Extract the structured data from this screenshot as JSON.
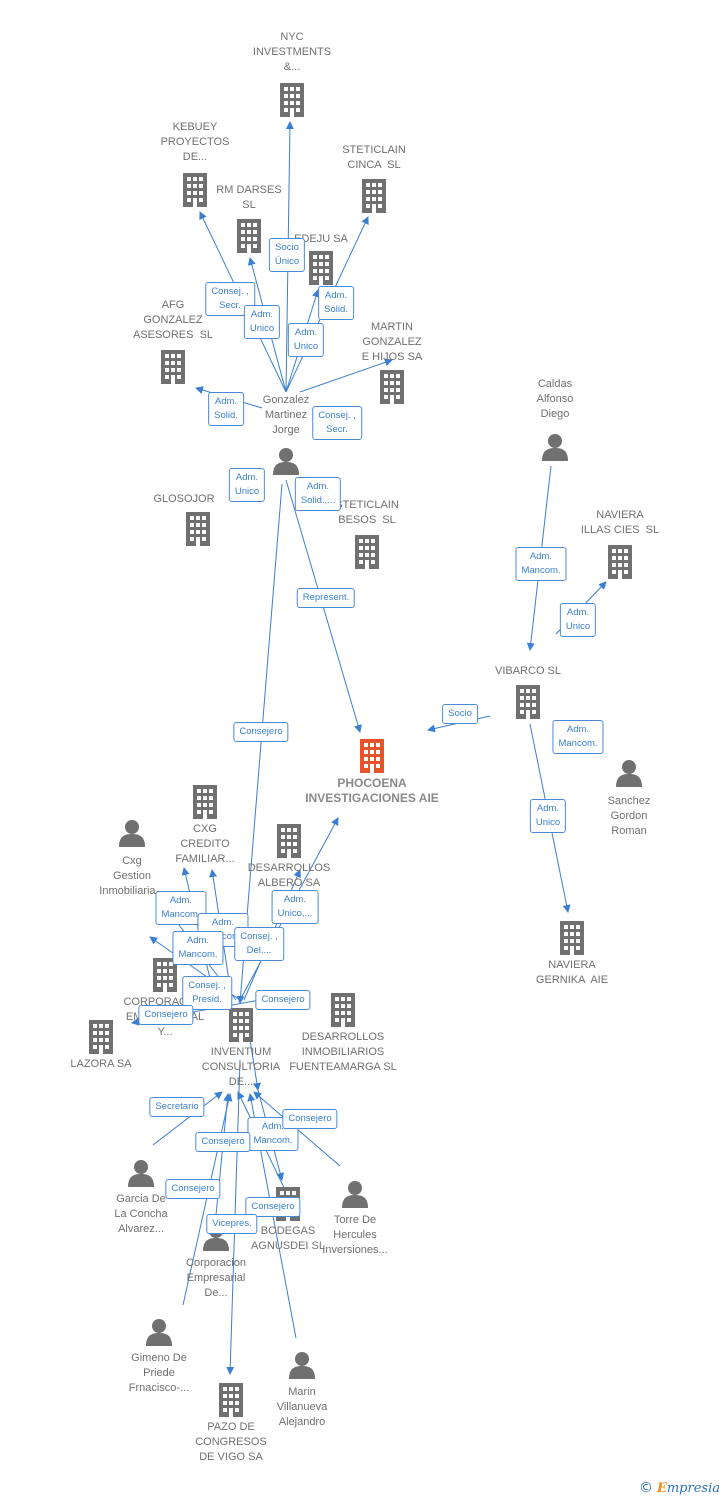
{
  "colors": {
    "edge": "#3a7fd0",
    "node": "#707070",
    "main_node": "#e8542a",
    "edge_label_border": "#4a8ad8"
  },
  "nodes": [
    {
      "id": "nyc",
      "type": "company",
      "label": "NYC\nINVESTMENTS\n&..."
    },
    {
      "id": "kebuey",
      "type": "company",
      "label": "KEBUEY\nPROYECTOS\nDE..."
    },
    {
      "id": "steticlain_cinca",
      "type": "company",
      "label": "STETICLAIN\nCINCA  SL"
    },
    {
      "id": "rm_darses",
      "type": "company",
      "label": "RM DARSES\nSL"
    },
    {
      "id": "edeju",
      "type": "company",
      "label": "EDEJU SA"
    },
    {
      "id": "afg",
      "type": "company",
      "label": "AFG\nGONZALEZ\nASESORES  SL"
    },
    {
      "id": "martin_gonzalez",
      "type": "company",
      "label": "MARTIN\nGONZALEZ\nE HIJOS SA"
    },
    {
      "id": "gonzalez_jorge",
      "type": "person",
      "label": "Gonzalez\nMartinez\nJorge"
    },
    {
      "id": "caldas",
      "type": "person",
      "label": "Caldas\nAlfonso\nDiego"
    },
    {
      "id": "glosojor",
      "type": "company",
      "label": "GLOSOJOR"
    },
    {
      "id": "steticlain_besos",
      "type": "company",
      "label": "STETICLAIN\nBESOS  SL"
    },
    {
      "id": "naviera_illas",
      "type": "company",
      "label": "NAVIERA\nILLAS CIES  SL"
    },
    {
      "id": "vibarco",
      "type": "company",
      "label": "VIBARCO SL"
    },
    {
      "id": "phocoena",
      "type": "main",
      "label": "PHOCOENA\nINVESTIGACIONES AIE"
    },
    {
      "id": "sanchez",
      "type": "person",
      "label": "Sanchez\nGordon\nRoman"
    },
    {
      "id": "naviera_gernika",
      "type": "company",
      "label": "NAVIERA\nGERNIKA  AIE"
    },
    {
      "id": "cxg_credito",
      "type": "company",
      "label": "CXG\nCREDITO\nFAMILIAR..."
    },
    {
      "id": "cxg_gestion",
      "type": "person",
      "label": "Cxg\nGestion\nInmobiliaria..."
    },
    {
      "id": "desarrollos_albero",
      "type": "company",
      "label": "DESARROLLOS\nALBERO SA"
    },
    {
      "id": "corporacion_e",
      "type": "company",
      "label": "CORPORACION\nEMPRESARIAL\nY..."
    },
    {
      "id": "desarrollos_fuenteamarga",
      "type": "company",
      "label": "DESARROLLOS\nINMOBILIARIOS\nFUENTEAMARGA SL"
    },
    {
      "id": "lazora",
      "type": "company",
      "label": "LAZORA SA"
    },
    {
      "id": "inventium",
      "type": "company",
      "label": "INVENTIUM\nCONSULTORIA\nDE..."
    },
    {
      "id": "garcia",
      "type": "person",
      "label": "Garcia De\nLa Concha\nAlvarez..."
    },
    {
      "id": "torre_hercules",
      "type": "person",
      "label": "Torre De\nHercules\nInversiones..."
    },
    {
      "id": "bodegas",
      "type": "company",
      "label": "BODEGAS\nAGNUSDEI SL"
    },
    {
      "id": "corp_emp_de",
      "type": "person",
      "label": "Corporacion\nEmpresarial\nDe..."
    },
    {
      "id": "gimeno",
      "type": "person",
      "label": "Gimeno De\nPriede\nFrnacisco-..."
    },
    {
      "id": "marin",
      "type": "person",
      "label": "Marin\nVillanueva\nAlejandro"
    },
    {
      "id": "pazo",
      "type": "company",
      "label": "PAZO DE\nCONGRESOS\nDE VIGO SA"
    }
  ],
  "edge_labels": [
    "Socio\nÚnico",
    "Consej. ,\nSecr.",
    "Adm.\nUnico",
    "Adm.\nSolid.",
    "Adm.\nUnico",
    "Adm.\nSolid.",
    "Consej. ,\nSecr.",
    "Adm.\nUnico",
    "Adm.\nSolid.,...",
    "Represent.",
    "Consejero",
    "Adm.\nMancom.",
    "Adm.\nUnico",
    "Socio",
    "Adm.\nMancom.",
    "Adm.\nUnico",
    "Adm.\nMancom.",
    "Adm.\nMancom.",
    "Adm.\nMancom.",
    "Consej. ,\nDel....",
    "Adm.\nUnico,...",
    "Consej. ,\nPresid.",
    "Consejero",
    "Consejero",
    "Secretario",
    "Adm.\nMancom.",
    "Consejero",
    "Consejero",
    "Consejero",
    "Consejero",
    "Vicepres."
  ],
  "copyright": {
    "symbol": "©",
    "brand_first": "E",
    "brand_rest": "mpresia"
  }
}
